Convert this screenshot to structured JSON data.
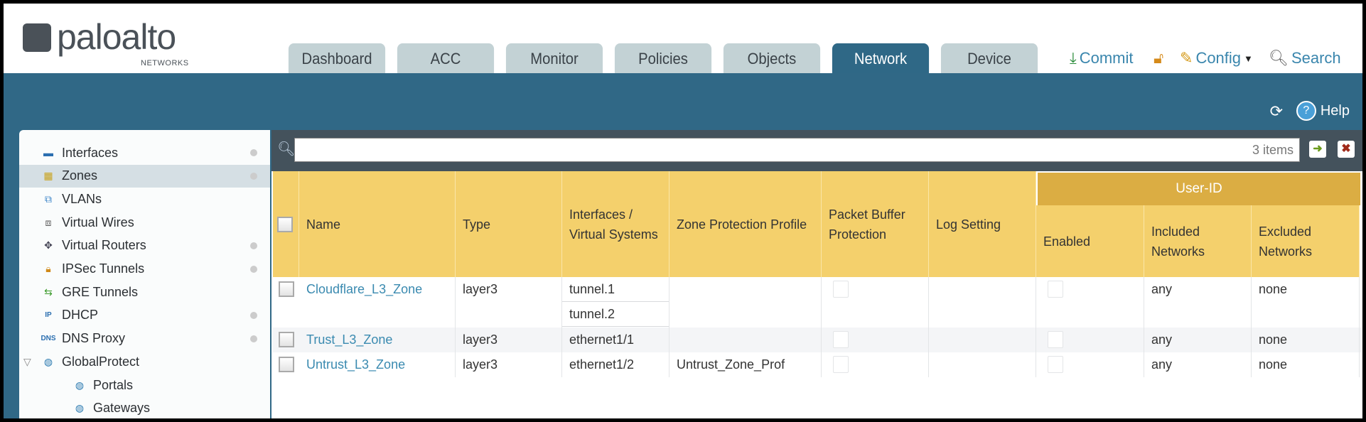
{
  "logo": {
    "wordmark": "paloalto",
    "sub": "NETWORKS"
  },
  "tabs": [
    "Dashboard",
    "ACC",
    "Monitor",
    "Policies",
    "Objects",
    "Network",
    "Device"
  ],
  "active_tab": "Network",
  "toplinks": {
    "commit": "Commit",
    "config": "Config",
    "search": "Search"
  },
  "help": "Help",
  "sidebar": {
    "items": [
      {
        "label": "Interfaces",
        "icon": "interfaces-icon",
        "dot": true
      },
      {
        "label": "Zones",
        "icon": "zones-icon",
        "dot": true,
        "selected": true
      },
      {
        "label": "VLANs",
        "icon": "vlans-icon",
        "dot": false
      },
      {
        "label": "Virtual Wires",
        "icon": "virtual-wires-icon",
        "dot": false
      },
      {
        "label": "Virtual Routers",
        "icon": "virtual-routers-icon",
        "dot": true
      },
      {
        "label": "IPSec Tunnels",
        "icon": "ipsec-tunnels-icon",
        "dot": true
      },
      {
        "label": "GRE Tunnels",
        "icon": "gre-tunnels-icon",
        "dot": false
      },
      {
        "label": "DHCP",
        "icon": "dhcp-icon",
        "dot": true
      },
      {
        "label": "DNS Proxy",
        "icon": "dns-proxy-icon",
        "dot": true
      },
      {
        "label": "GlobalProtect",
        "icon": "globalprotect-icon",
        "dot": false,
        "expanded": true
      },
      {
        "label": "Portals",
        "icon": "portals-icon",
        "dot": false,
        "child": true
      },
      {
        "label": "Gateways",
        "icon": "gateways-icon",
        "dot": false,
        "child": true
      }
    ]
  },
  "search": {
    "value": "",
    "count": "3 items"
  },
  "table": {
    "group_header": "User-ID",
    "columns": [
      "Name",
      "Type",
      "Interfaces / Virtual Systems",
      "Zone Protection Profile",
      "Packet Buffer Protection",
      "Log Setting",
      "Enabled",
      "Included Networks",
      "Excluded Networks"
    ],
    "rows": [
      {
        "name": "Cloudflare_L3_Zone",
        "type": "layer3",
        "interfaces": [
          "tunnel.1",
          "tunnel.2"
        ],
        "zone_protection": "",
        "packet_buffer": false,
        "log_setting": "",
        "enabled": false,
        "included": "any",
        "excluded": "none"
      },
      {
        "name": "Trust_L3_Zone",
        "type": "layer3",
        "interfaces": [
          "ethernet1/1"
        ],
        "zone_protection": "",
        "packet_buffer": false,
        "log_setting": "",
        "enabled": false,
        "included": "any",
        "excluded": "none"
      },
      {
        "name": "Untrust_L3_Zone",
        "type": "layer3",
        "interfaces": [
          "ethernet1/2"
        ],
        "zone_protection": "Untrust_Zone_Prof",
        "packet_buffer": false,
        "log_setting": "",
        "enabled": false,
        "included": "any",
        "excluded": "none"
      }
    ]
  },
  "colors": {
    "band": "#306886",
    "header": "#f4d06c",
    "group_header": "#dbad43",
    "link": "#3a8ab0"
  }
}
